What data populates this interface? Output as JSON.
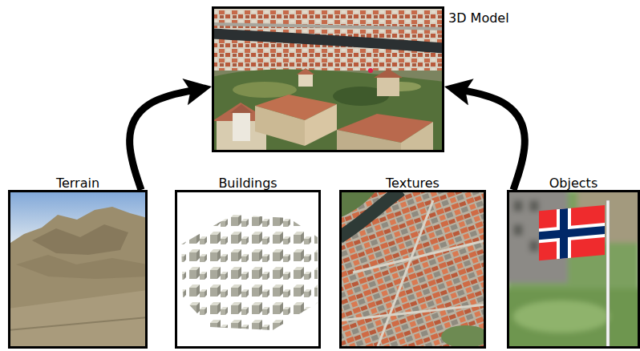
{
  "diagram": {
    "nodes": [
      {
        "text": [
          "3D Model"
        ]
      },
      {
        "text": [
          "Terrain"
        ]
      },
      {
        "text": [
          "Buildings"
        ]
      },
      {
        "text": [
          "Textures"
        ]
      },
      {
        "text": [
          "Objects"
        ]
      }
    ],
    "edges": [
      {
        "from": 1,
        "to": 0,
        "arrow": "to"
      },
      {
        "from": 4,
        "to": 0,
        "arrow": "to"
      }
    ]
  }
}
